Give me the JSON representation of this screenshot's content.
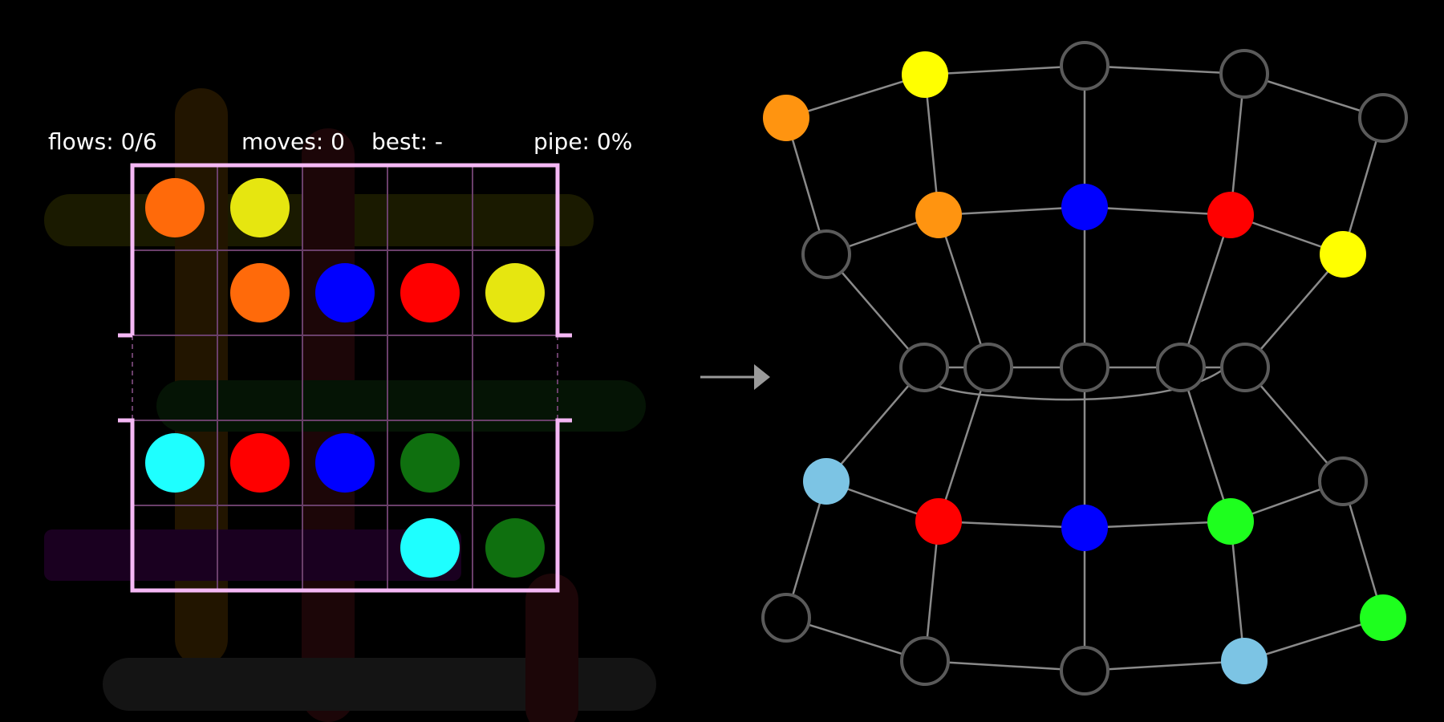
{
  "hud": {
    "flows": "flows: 0/6",
    "moves": "moves: 0",
    "best": "best: -",
    "pipe": "pipe: 0%"
  },
  "colors": {
    "orange": "#ff6a0a",
    "yellow": "#e6e610",
    "blue": "#0000ff",
    "red": "#ff0000",
    "cyan": "#1effff",
    "dark_green": "#0f700f",
    "graph_orange": "#ff9410",
    "graph_yellow": "#ffff00",
    "graph_blue": "#0000ff",
    "graph_red": "#ff0000",
    "graph_light_blue": "#7cc4e4",
    "graph_green": "#1eff1e",
    "board_border": "#f5b8f5",
    "grid_line": "#6a3f6a",
    "graph_edge": "#8a8a8a",
    "empty_node": "#000000",
    "node_stroke": "#5a5a5a"
  },
  "board": {
    "rows": 5,
    "cols": 5,
    "dots": [
      {
        "row": 0,
        "col": 0,
        "color": "orange"
      },
      {
        "row": 0,
        "col": 1,
        "color": "yellow"
      },
      {
        "row": 1,
        "col": 1,
        "color": "orange"
      },
      {
        "row": 1,
        "col": 2,
        "color": "blue"
      },
      {
        "row": 1,
        "col": 3,
        "color": "red"
      },
      {
        "row": 1,
        "col": 4,
        "color": "yellow"
      },
      {
        "row": 3,
        "col": 0,
        "color": "cyan"
      },
      {
        "row": 3,
        "col": 1,
        "color": "red"
      },
      {
        "row": 3,
        "col": 2,
        "color": "blue"
      },
      {
        "row": 3,
        "col": 3,
        "color": "dark_green"
      },
      {
        "row": 4,
        "col": 3,
        "color": "cyan"
      },
      {
        "row": 4,
        "col": 4,
        "color": "dark_green"
      }
    ]
  },
  "arrow_icon": "right-arrow-icon",
  "graph": {
    "nodes": [
      {
        "id": "a1",
        "color": "graph_orange"
      },
      {
        "id": "a2",
        "color": "graph_yellow"
      },
      {
        "id": "a3",
        "color": "empty"
      },
      {
        "id": "a4",
        "color": "empty"
      },
      {
        "id": "a5",
        "color": "empty"
      },
      {
        "id": "b1",
        "color": "empty"
      },
      {
        "id": "b2",
        "color": "graph_orange"
      },
      {
        "id": "b3",
        "color": "graph_blue"
      },
      {
        "id": "b4",
        "color": "graph_red"
      },
      {
        "id": "b5",
        "color": "graph_yellow"
      },
      {
        "id": "c1",
        "color": "empty"
      },
      {
        "id": "c2",
        "color": "empty"
      },
      {
        "id": "c3",
        "color": "empty"
      },
      {
        "id": "c4",
        "color": "empty"
      },
      {
        "id": "c5",
        "color": "empty"
      },
      {
        "id": "d1",
        "color": "graph_light_blue"
      },
      {
        "id": "d2",
        "color": "graph_red"
      },
      {
        "id": "d3",
        "color": "graph_blue"
      },
      {
        "id": "d4",
        "color": "graph_green"
      },
      {
        "id": "d5",
        "color": "empty"
      },
      {
        "id": "e1",
        "color": "empty"
      },
      {
        "id": "e2",
        "color": "empty"
      },
      {
        "id": "e3",
        "color": "empty"
      },
      {
        "id": "e4",
        "color": "graph_light_blue"
      },
      {
        "id": "e5",
        "color": "graph_green"
      }
    ],
    "edges": [
      [
        "a1",
        "a2"
      ],
      [
        "a2",
        "a3"
      ],
      [
        "a3",
        "a4"
      ],
      [
        "a4",
        "a5"
      ],
      [
        "a1",
        "b1"
      ],
      [
        "a2",
        "b2"
      ],
      [
        "a3",
        "b3"
      ],
      [
        "a4",
        "b4"
      ],
      [
        "a5",
        "b5"
      ],
      [
        "b1",
        "b2"
      ],
      [
        "b2",
        "b3"
      ],
      [
        "b3",
        "b4"
      ],
      [
        "b4",
        "b5"
      ],
      [
        "b1",
        "c1"
      ],
      [
        "b2",
        "c2"
      ],
      [
        "b3",
        "c3"
      ],
      [
        "b4",
        "c4"
      ],
      [
        "b5",
        "c5"
      ],
      [
        "c1",
        "c2"
      ],
      [
        "c2",
        "c3"
      ],
      [
        "c3",
        "c4"
      ],
      [
        "c4",
        "c5"
      ],
      [
        "c1",
        "d1"
      ],
      [
        "c2",
        "d2"
      ],
      [
        "c3",
        "d3"
      ],
      [
        "c4",
        "d4"
      ],
      [
        "c5",
        "d5"
      ],
      [
        "d1",
        "d2"
      ],
      [
        "d2",
        "d3"
      ],
      [
        "d3",
        "d4"
      ],
      [
        "d4",
        "d5"
      ],
      [
        "d1",
        "e1"
      ],
      [
        "d2",
        "e2"
      ],
      [
        "d3",
        "e3"
      ],
      [
        "d4",
        "e4"
      ],
      [
        "d5",
        "e5"
      ],
      [
        "e1",
        "e2"
      ],
      [
        "e2",
        "e3"
      ],
      [
        "e3",
        "e4"
      ],
      [
        "e4",
        "e5"
      ]
    ]
  }
}
